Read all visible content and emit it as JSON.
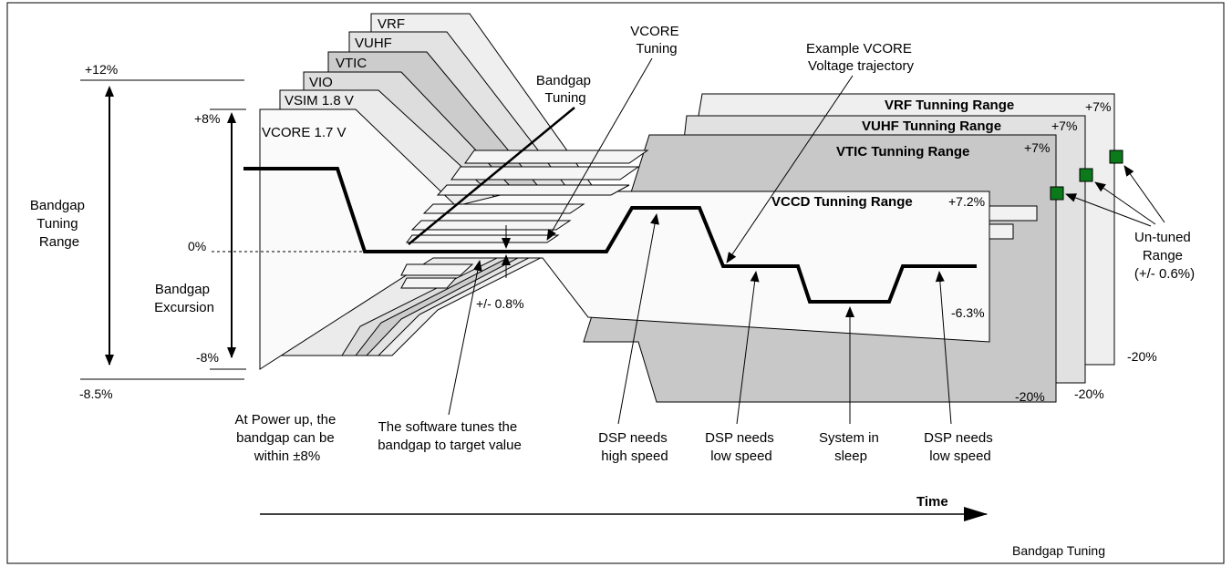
{
  "rails": [
    "VRF",
    "VUHF",
    "VTIC",
    "VIO",
    "VSIM 1.8 V",
    "VCORE 1.7 V"
  ],
  "ranges": {
    "vrf": {
      "title": "VRF Tunning Range",
      "max": "+7%",
      "min": "-20%"
    },
    "vuhf": {
      "title": "VUHF Tunning Range",
      "max": "+7%",
      "min": "-20%"
    },
    "vtic": {
      "title": "VTIC Tunning Range",
      "max": "+7%",
      "min": "-20%"
    },
    "vccd": {
      "title": "VCCD Tunning Range",
      "max": "+7.2%",
      "min": "-6.3%"
    }
  },
  "left_axis": {
    "top": "+12%",
    "plus8": "+8%",
    "zero": "0%",
    "minus8": "-8%",
    "bottom": "-8.5%",
    "tuning_range": [
      "Bandgap",
      "Tuning",
      "Range"
    ],
    "excursion": [
      "Bandgap",
      "Excursion"
    ]
  },
  "callouts": {
    "bandgap_tuning": [
      "Bandgap",
      "Tuning"
    ],
    "vcore_tuning": [
      "VCORE",
      "Tuning"
    ],
    "example": [
      "Example VCORE",
      "Voltage trajectory"
    ],
    "pm08": "+/- 0.8%",
    "untuned": [
      "Un-tuned",
      "Range",
      "(+/- 0.6%)"
    ]
  },
  "annotations": {
    "power_up": [
      "At Power up, the",
      "bandgap can be",
      "within ±8%"
    ],
    "software": [
      "The software tunes the",
      "bandgap to target value"
    ],
    "dsp_high": [
      "DSP needs",
      "high speed"
    ],
    "dsp_low1": [
      "DSP needs",
      "low speed"
    ],
    "sleep": [
      "System in",
      "sleep"
    ],
    "dsp_low2": [
      "DSP needs",
      "low speed"
    ]
  },
  "time_label": "Time",
  "caption": "Bandgap Tuning"
}
